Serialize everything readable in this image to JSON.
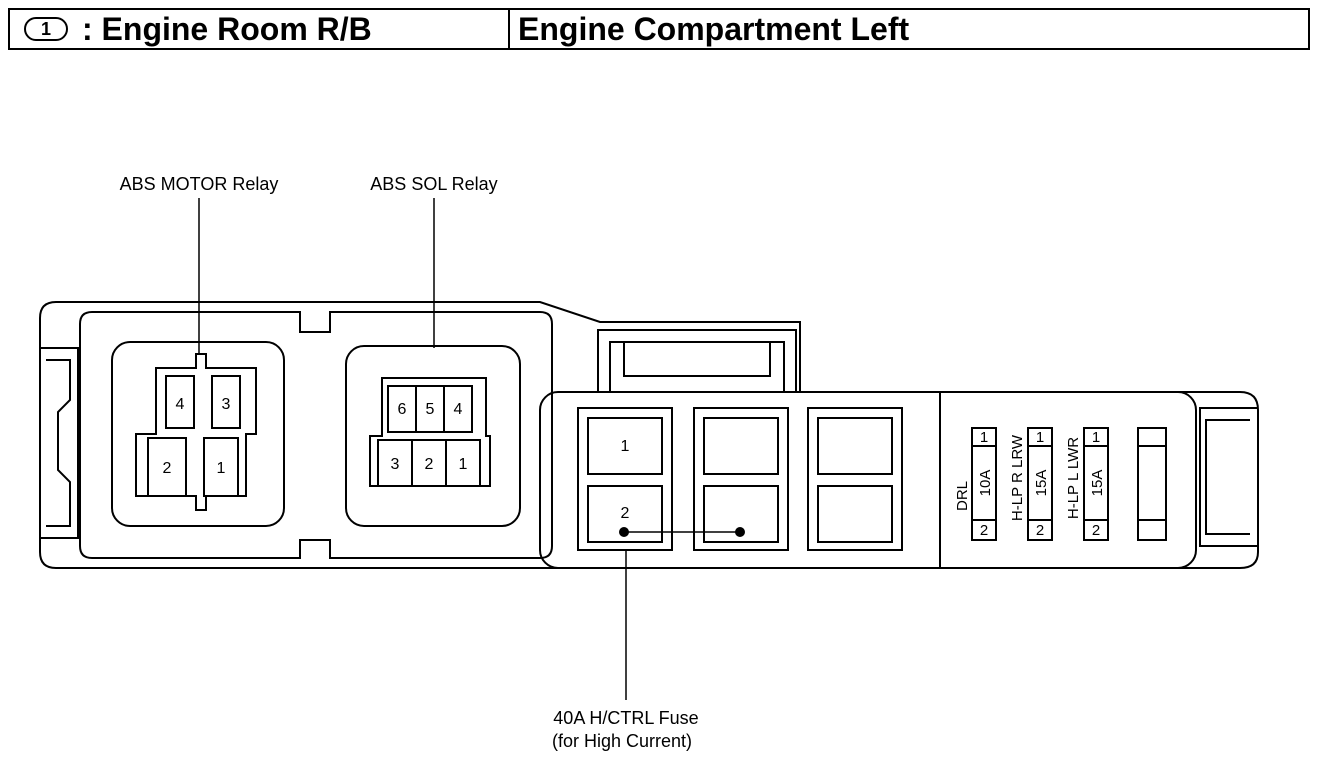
{
  "header": {
    "badge": "1",
    "connector_name": ": Engine Room R/B",
    "location": "Engine Compartment Left"
  },
  "labels": {
    "abs_motor_relay": "ABS MOTOR Relay",
    "abs_sol_relay": "ABS SOL Relay",
    "fuse_line1": "40A H/CTRL Fuse",
    "fuse_line2": "(for High Current)"
  },
  "motor_relay_pins": {
    "p4": "4",
    "p3": "3",
    "p2": "2",
    "p1": "1"
  },
  "sol_relay_pins": {
    "p6": "6",
    "p5": "5",
    "p4": "4",
    "p3": "3",
    "p2": "2",
    "p1": "1"
  },
  "fuse_block_pins": {
    "p1": "1",
    "p2": "2"
  },
  "mini_fuses": [
    {
      "name": "DRL",
      "rating": "10A",
      "pin_top": "1",
      "pin_bottom": "2"
    },
    {
      "name": "H-LP R LRW",
      "rating": "15A",
      "pin_top": "1",
      "pin_bottom": "2"
    },
    {
      "name": "H-LP L LWR",
      "rating": "15A",
      "pin_top": "1",
      "pin_bottom": "2"
    }
  ]
}
